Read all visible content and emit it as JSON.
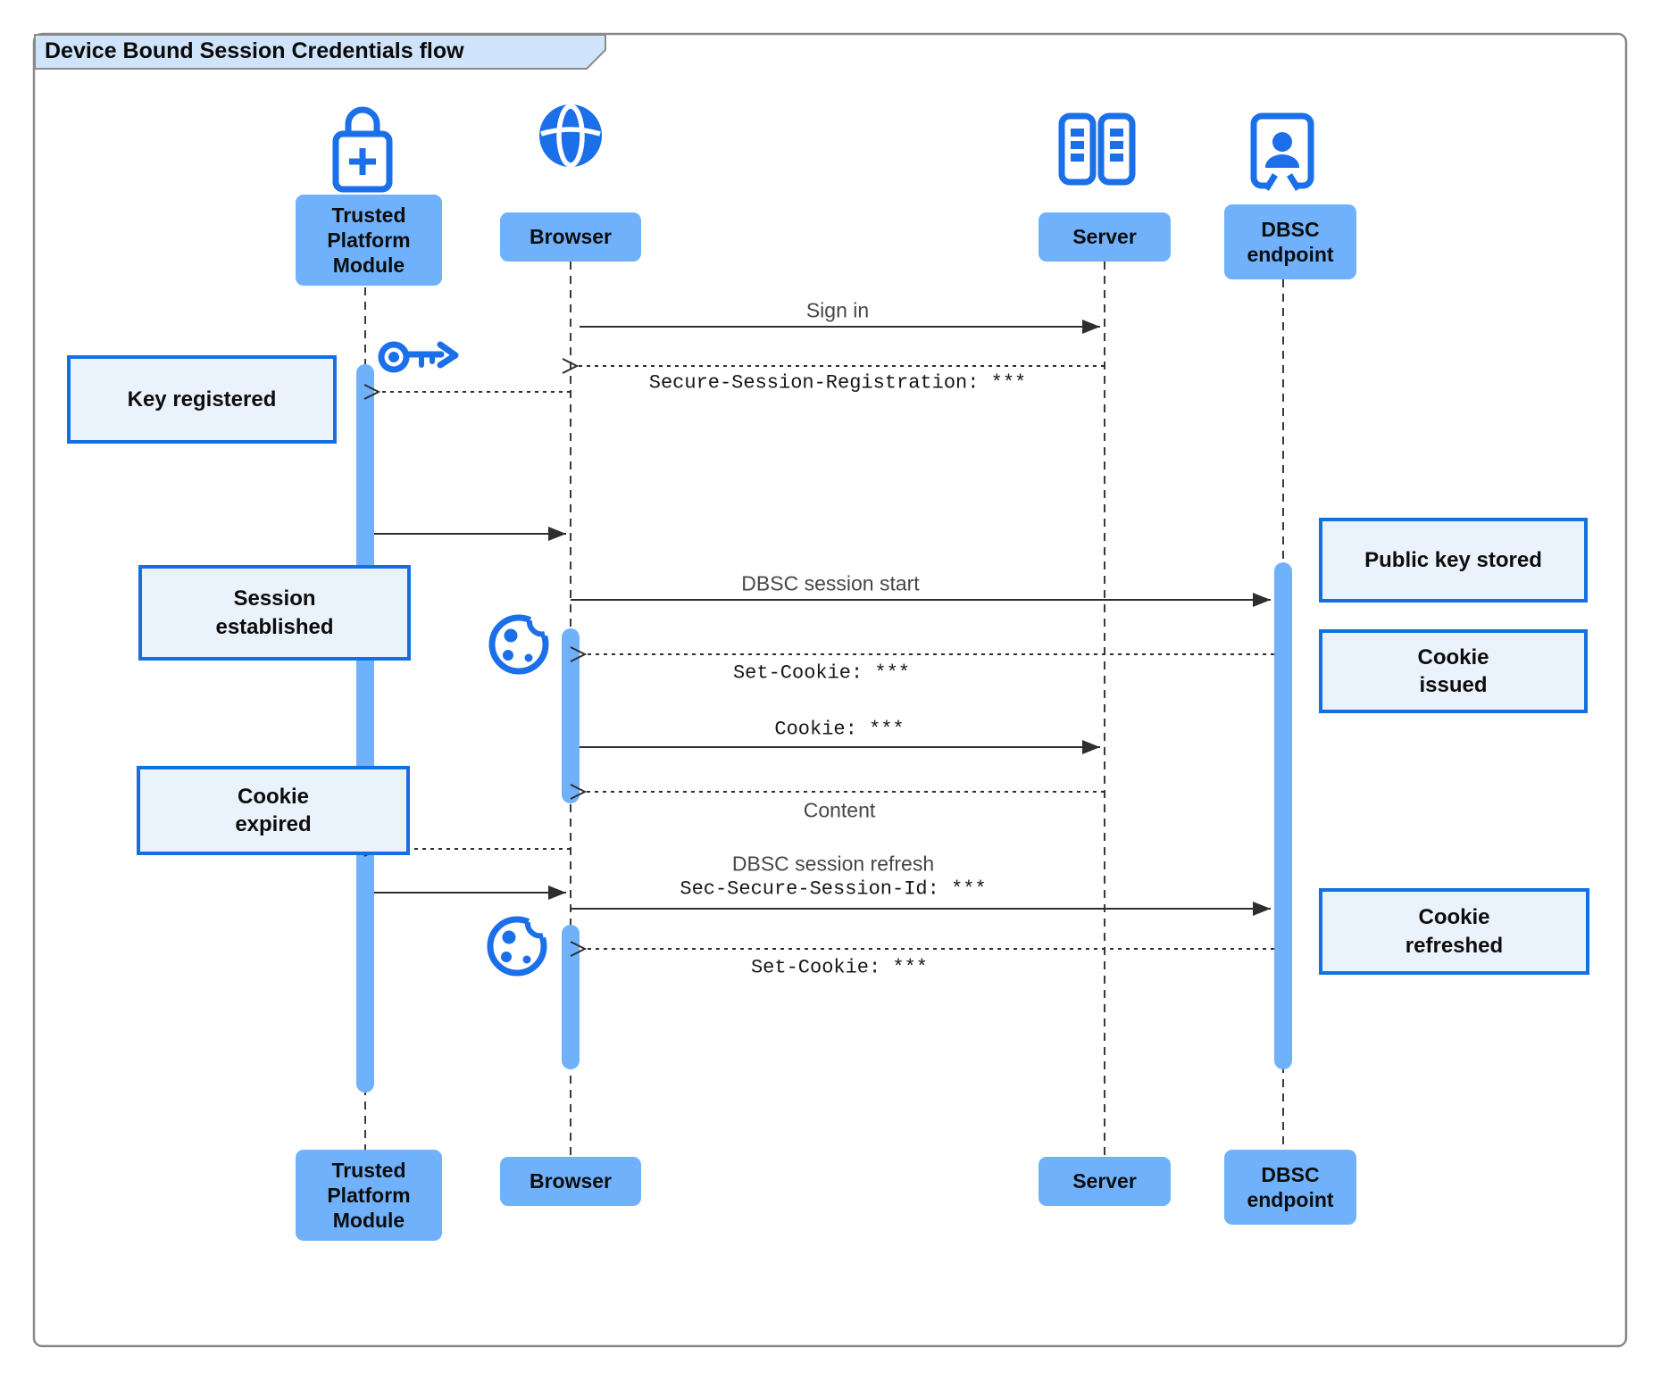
{
  "title": "Device Bound Session Credentials flow",
  "participants": [
    {
      "id": "tpm",
      "label": "Trusted\nPlatform\nModule",
      "icon": "lock-plus-icon"
    },
    {
      "id": "browser",
      "label": "Browser",
      "icon": "globe-icon"
    },
    {
      "id": "server",
      "label": "Server",
      "icon": "server-rack-icon"
    },
    {
      "id": "dbsc",
      "label": "DBSC\nendpoint",
      "icon": "person-frame-icon"
    }
  ],
  "messages": {
    "sign_in": "Sign in",
    "secure_session_registration": "Secure-Session-Registration: ***",
    "dbsc_session_start": "DBSC session start",
    "set_cookie_1": "Set-Cookie: ***",
    "cookie": "Cookie: ***",
    "content": "Content",
    "dbsc_session_refresh": "DBSC session refresh",
    "sec_secure_session_id": "Sec-Secure-Session-Id: ***",
    "set_cookie_2": "Set-Cookie: ***"
  },
  "notes": {
    "key_registered": "Key registered",
    "session_established": "Session\nestablished",
    "cookie_expired": "Cookie\nexpired",
    "public_key_stored": "Public key stored",
    "cookie_issued": "Cookie\nissued",
    "cookie_refreshed": "Cookie\nrefreshed"
  },
  "inline_icons": [
    "key-icon",
    "cookie-icon",
    "cookie-icon"
  ],
  "colors": {
    "icon_blue": "#1b6fe8",
    "participant_fill": "#6fb1fb",
    "activation_fill": "#6fb1fb",
    "note_fill": "#eaf2fc",
    "note_border": "#146fe1",
    "title_fill": "#cfe3fa",
    "frame_border": "#8a8a8a",
    "arrow_color": "#2e2e2e"
  }
}
